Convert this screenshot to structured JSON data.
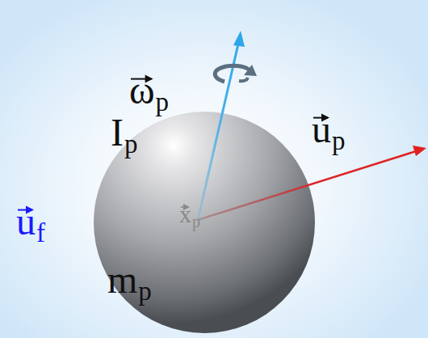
{
  "diagram": {
    "labels": [
      "ω",
      "p",
      "I",
      "p",
      "u",
      "p",
      "u",
      "f",
      "m",
      "p",
      "x",
      "p"
    ]
  }
}
